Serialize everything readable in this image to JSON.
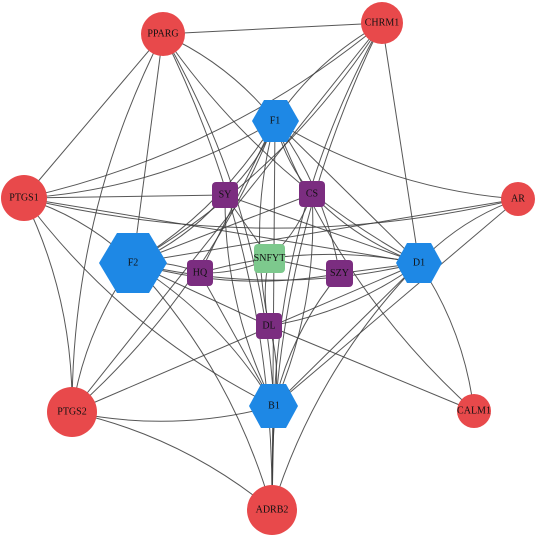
{
  "colors": {
    "target": "#e8494b",
    "compound": "#1e88e5",
    "herb": "#7b2d80",
    "formula": "#7dc98d",
    "edge": "#3a3a3a"
  },
  "nodes": [
    {
      "id": "PPARG",
      "label": "PPARG",
      "kind": "target"
    },
    {
      "id": "CHRM1",
      "label": "CHRM1",
      "kind": "target"
    },
    {
      "id": "PTGS1",
      "label": "PTGS1",
      "kind": "target"
    },
    {
      "id": "AR",
      "label": "AR",
      "kind": "target"
    },
    {
      "id": "PTGS2",
      "label": "PTGS2",
      "kind": "target"
    },
    {
      "id": "CALM1",
      "label": "CALM1",
      "kind": "target"
    },
    {
      "id": "ADRB2",
      "label": "ADRB2",
      "kind": "target"
    },
    {
      "id": "F1",
      "label": "F1",
      "kind": "compound"
    },
    {
      "id": "F2",
      "label": "F2",
      "kind": "compound"
    },
    {
      "id": "D1",
      "label": "D1",
      "kind": "compound"
    },
    {
      "id": "B1",
      "label": "B1",
      "kind": "compound"
    },
    {
      "id": "SY",
      "label": "SY",
      "kind": "herb"
    },
    {
      "id": "CS",
      "label": "CS",
      "kind": "herb"
    },
    {
      "id": "HQ",
      "label": "HQ",
      "kind": "herb"
    },
    {
      "id": "SZY",
      "label": "SZY",
      "kind": "herb"
    },
    {
      "id": "DL",
      "label": "DL",
      "kind": "herb"
    },
    {
      "id": "SNFYT",
      "label": "SNFYT",
      "kind": "formula"
    }
  ],
  "edges": [
    [
      "PPARG",
      "F1"
    ],
    [
      "PPARG",
      "F2"
    ],
    [
      "PPARG",
      "D1"
    ],
    [
      "PPARG",
      "B1"
    ],
    [
      "PPARG",
      "PTGS1"
    ],
    [
      "PPARG",
      "PTGS2"
    ],
    [
      "PPARG",
      "ADRB2"
    ],
    [
      "PPARG",
      "CHRM1"
    ],
    [
      "CHRM1",
      "F1"
    ],
    [
      "CHRM1",
      "F2"
    ],
    [
      "CHRM1",
      "D1"
    ],
    [
      "CHRM1",
      "B1"
    ],
    [
      "CHRM1",
      "PTGS1"
    ],
    [
      "CHRM1",
      "PTGS2"
    ],
    [
      "CHRM1",
      "ADRB2"
    ],
    [
      "AR",
      "F1"
    ],
    [
      "AR",
      "F2"
    ],
    [
      "AR",
      "D1"
    ],
    [
      "AR",
      "PTGS1"
    ],
    [
      "AR",
      "B1"
    ],
    [
      "PTGS1",
      "F1"
    ],
    [
      "PTGS1",
      "F2"
    ],
    [
      "PTGS1",
      "D1"
    ],
    [
      "PTGS1",
      "B1"
    ],
    [
      "PTGS1",
      "PTGS2"
    ],
    [
      "PTGS1",
      "SY"
    ],
    [
      "PTGS2",
      "F1"
    ],
    [
      "PTGS2",
      "F2"
    ],
    [
      "PTGS2",
      "D1"
    ],
    [
      "PTGS2",
      "B1"
    ],
    [
      "PTGS2",
      "ADRB2"
    ],
    [
      "ADRB2",
      "F1"
    ],
    [
      "ADRB2",
      "F2"
    ],
    [
      "ADRB2",
      "D1"
    ],
    [
      "ADRB2",
      "B1"
    ],
    [
      "CALM1",
      "D1"
    ],
    [
      "CALM1",
      "F1"
    ],
    [
      "CALM1",
      "DL"
    ],
    [
      "SY",
      "F1"
    ],
    [
      "SY",
      "F2"
    ],
    [
      "SY",
      "D1"
    ],
    [
      "SY",
      "B1"
    ],
    [
      "CS",
      "F1"
    ],
    [
      "CS",
      "F2"
    ],
    [
      "CS",
      "D1"
    ],
    [
      "CS",
      "B1"
    ],
    [
      "HQ",
      "F1"
    ],
    [
      "HQ",
      "F2"
    ],
    [
      "HQ",
      "D1"
    ],
    [
      "HQ",
      "B1"
    ],
    [
      "SZY",
      "F1"
    ],
    [
      "SZY",
      "F2"
    ],
    [
      "SZY",
      "D1"
    ],
    [
      "SZY",
      "B1"
    ],
    [
      "DL",
      "F1"
    ],
    [
      "DL",
      "F2"
    ],
    [
      "DL",
      "D1"
    ],
    [
      "DL",
      "B1"
    ],
    [
      "SNFYT",
      "SY"
    ],
    [
      "SNFYT",
      "CS"
    ],
    [
      "SNFYT",
      "HQ"
    ],
    [
      "SNFYT",
      "SZY"
    ],
    [
      "SNFYT",
      "DL"
    ],
    [
      "F1",
      "F2"
    ],
    [
      "F1",
      "D1"
    ],
    [
      "F2",
      "D1"
    ],
    [
      "F2",
      "B1"
    ],
    [
      "D1",
      "B1"
    ]
  ]
}
